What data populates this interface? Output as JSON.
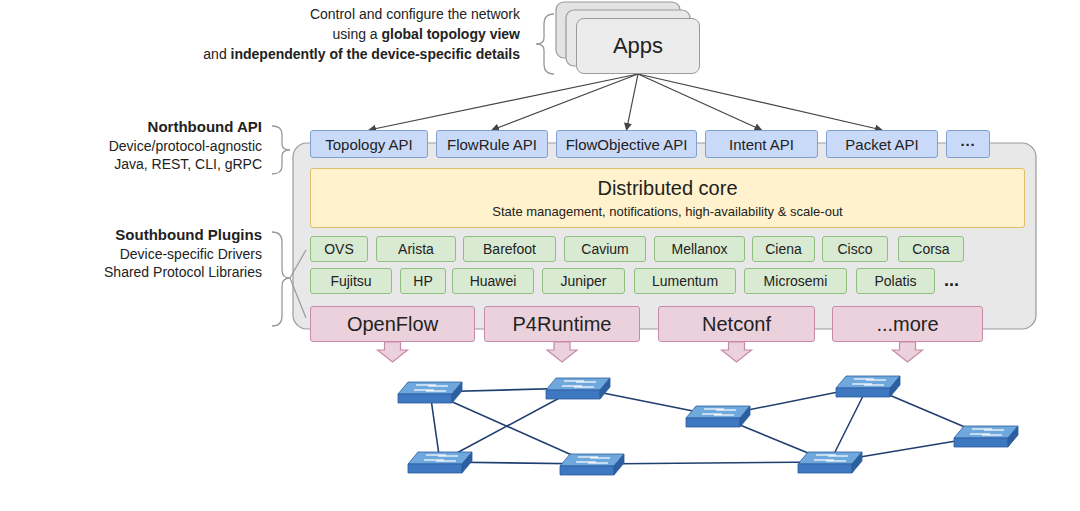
{
  "diagram": {
    "nodes": [
      {
        "text": [
          "Apps"
        ]
      },
      {
        "text": [
          "Topology API"
        ]
      },
      {
        "text": [
          "FlowRule API"
        ]
      },
      {
        "text": [
          "FlowObjective API"
        ]
      },
      {
        "text": [
          "Intent API"
        ]
      },
      {
        "text": [
          "Packet API"
        ]
      },
      {
        "text": [
          "···"
        ]
      },
      {
        "text": [
          "Distributed core",
          "State management, notifications, high-availability & scale-out"
        ]
      },
      {
        "text": [
          "OVS"
        ]
      },
      {
        "text": [
          "Arista"
        ]
      },
      {
        "text": [
          "Barefoot"
        ]
      },
      {
        "text": [
          "Cavium"
        ]
      },
      {
        "text": [
          "Mellanox"
        ]
      },
      {
        "text": [
          "Ciena"
        ]
      },
      {
        "text": [
          "Cisco"
        ]
      },
      {
        "text": [
          "Corsa"
        ]
      },
      {
        "text": [
          "Fujitsu"
        ]
      },
      {
        "text": [
          "HP"
        ]
      },
      {
        "text": [
          "Huawei"
        ]
      },
      {
        "text": [
          "Juniper"
        ]
      },
      {
        "text": [
          "Lumentum"
        ]
      },
      {
        "text": [
          "Microsemi"
        ]
      },
      {
        "text": [
          "Polatis"
        ]
      },
      {
        "text": [
          "OpenFlow"
        ]
      },
      {
        "text": [
          "P4Runtime"
        ]
      },
      {
        "text": [
          "Netconf"
        ]
      },
      {
        "text": [
          "...more"
        ]
      }
    ],
    "edges": [
      {
        "from": 0,
        "to": 1,
        "arrow": "to"
      },
      {
        "from": 0,
        "to": 2,
        "arrow": "to"
      },
      {
        "from": 0,
        "to": 3,
        "arrow": "to"
      },
      {
        "from": 0,
        "to": 4,
        "arrow": "to"
      },
      {
        "from": 0,
        "to": 5,
        "arrow": "to"
      }
    ],
    "labels": [
      "Control and configure the network",
      "using a",
      "global topology view",
      "and",
      "independently of the device-specific details",
      "Northbound API",
      "Device/protocol-agnostic",
      "Java, REST, CLI, gRPC",
      "Southbound Plugins",
      "Device-specific Drivers",
      "Shared Protocol Libraries",
      "..."
    ]
  }
}
